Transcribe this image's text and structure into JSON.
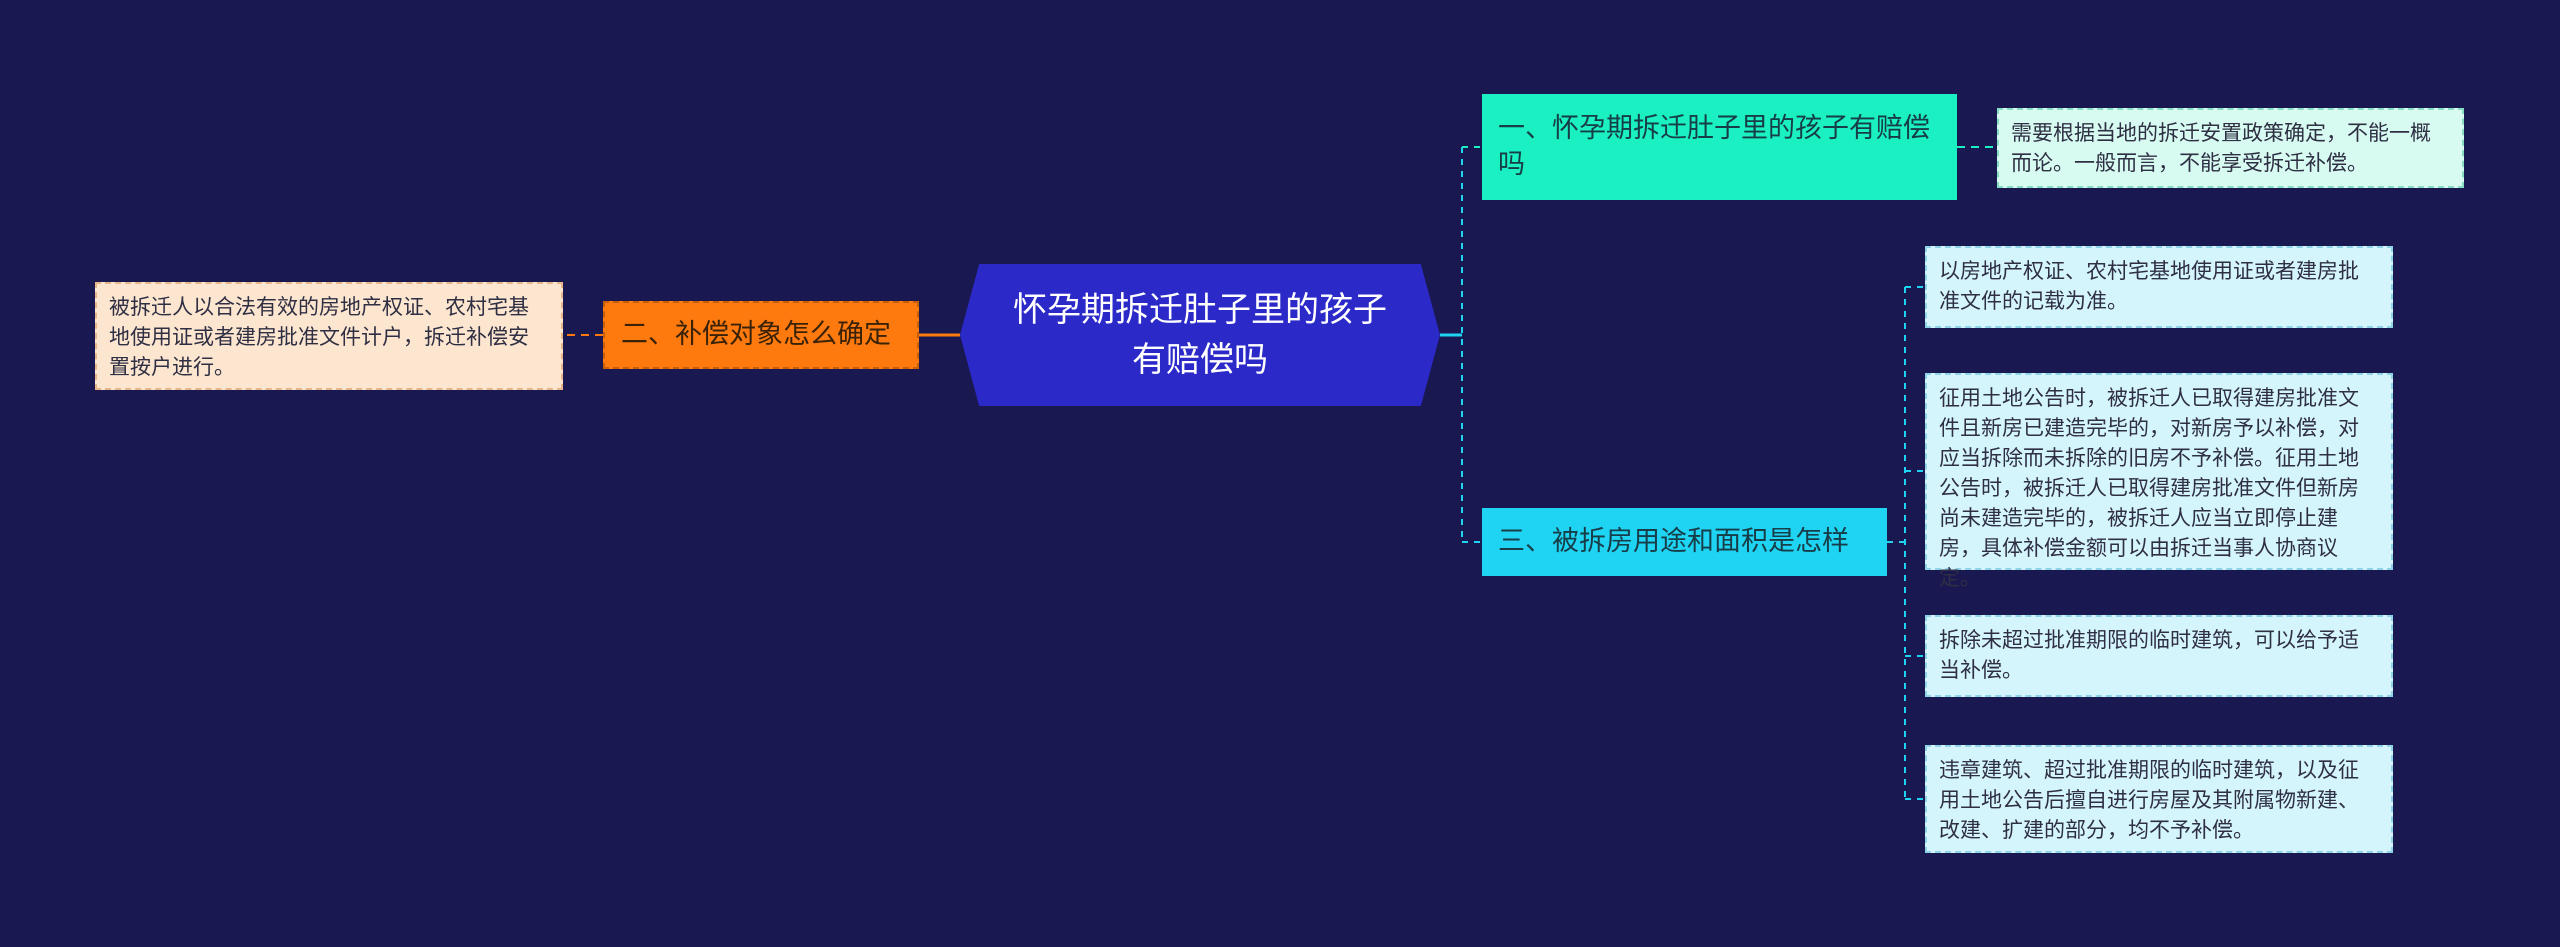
{
  "root": {
    "title": "怀孕期拆迁肚子里的孩子有赔偿吗"
  },
  "branches": {
    "left": {
      "label": "二、补偿对象怎么确定"
    },
    "top": {
      "label": "一、怀孕期拆迁肚子里的孩子有赔偿吗"
    },
    "middle": {
      "label": "三、被拆房用途和面积是怎样"
    }
  },
  "leaves": {
    "left": "被拆迁人以合法有效的房地产权证、农村宅基地使用证或者建房批准文件计户，拆迁补偿安置按户进行。",
    "top": "需要根据当地的拆迁安置政策确定，不能一概而论。一般而言，不能享受拆迁补偿。",
    "middle": [
      "以房地产权证、农村宅基地使用证或者建房批准文件的记载为准。",
      "征用土地公告时，被拆迁人已取得建房批准文件且新房已建造完毕的，对新房予以补偿，对应当拆除而未拆除的旧房不予补偿。征用土地公告时，被拆迁人已取得建房批准文件但新房尚未建造完毕的，被拆迁人应当立即停止建房，具体补偿金额可以由拆迁当事人协商议定。",
      "拆除未超过批准期限的临时建筑，可以给予适当补偿。",
      "违章建筑、超过批准期限的临时建筑，以及征用土地公告后擅自进行房屋及其附属物新建、改建、扩建的部分，均不予补偿。"
    ]
  },
  "colors": {
    "background": "#1a1850",
    "root": "#2b2ac9",
    "left_branch": "#ff7a0e",
    "top_branch": "#1af0c2",
    "middle_branch": "#1fd4f3",
    "left_leaf": "#fde6cf",
    "top_leaf": "#d7fbf0",
    "middle_leaf": "#d5f5fd"
  }
}
